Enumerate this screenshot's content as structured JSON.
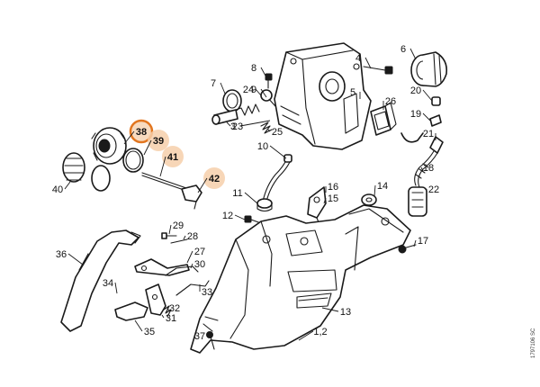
{
  "diagram": {
    "colors": {
      "ink": "#1a1a1a",
      "highlight_fill": "#f6cfaa",
      "highlight_ring": "#e2761f"
    },
    "drawing_code": "1797106 SC",
    "callouts": [
      {
        "label": "1,2"
      },
      {
        "label": "3"
      },
      {
        "label": "4"
      },
      {
        "label": "5"
      },
      {
        "label": "6"
      },
      {
        "label": "7"
      },
      {
        "label": "8"
      },
      {
        "label": "9"
      },
      {
        "label": "10"
      },
      {
        "label": "11"
      },
      {
        "label": "12"
      },
      {
        "label": "13"
      },
      {
        "label": "14"
      },
      {
        "label": "15"
      },
      {
        "label": "16"
      },
      {
        "label": "17"
      },
      {
        "label": "18"
      },
      {
        "label": "19"
      },
      {
        "label": "20"
      },
      {
        "label": "21"
      },
      {
        "label": "22"
      },
      {
        "label": "23"
      },
      {
        "label": "24"
      },
      {
        "label": "25"
      },
      {
        "label": "26"
      },
      {
        "label": "27"
      },
      {
        "label": "28"
      },
      {
        "label": "29"
      },
      {
        "label": "30"
      },
      {
        "label": "31"
      },
      {
        "label": "32"
      },
      {
        "label": "33"
      },
      {
        "label": "34"
      },
      {
        "label": "35"
      },
      {
        "label": "36"
      },
      {
        "label": "37"
      },
      {
        "label": "38",
        "highlight": "selected"
      },
      {
        "label": "39",
        "highlight": "soft"
      },
      {
        "label": "40"
      },
      {
        "label": "41",
        "highlight": "soft"
      },
      {
        "label": "42",
        "highlight": "soft"
      }
    ]
  }
}
